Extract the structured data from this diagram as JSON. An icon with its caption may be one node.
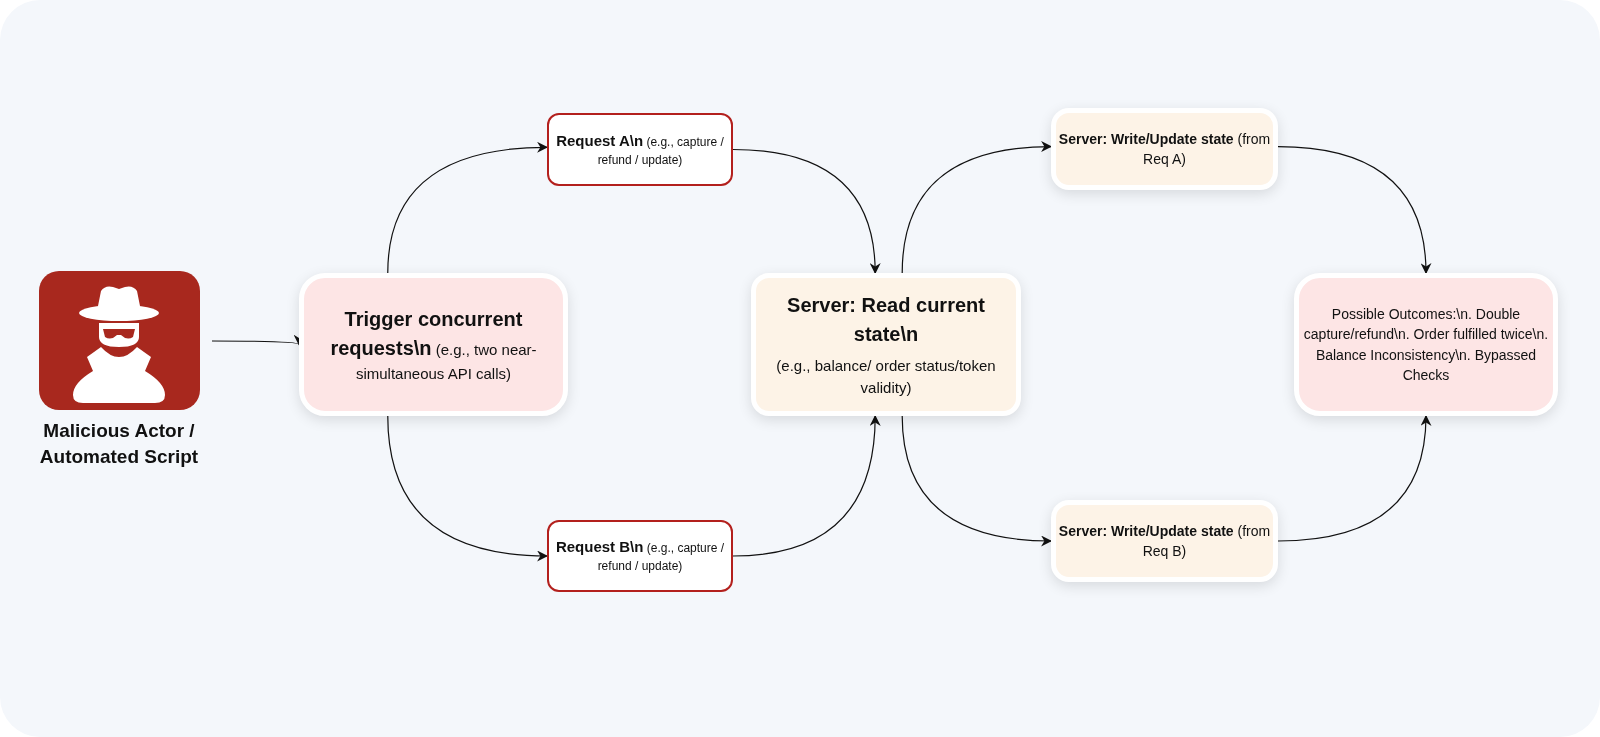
{
  "diagram": {
    "nodes": [
      {
        "text": [
          "Malicious Actor / Automated Script"
        ]
      },
      {
        "text": [
          "**Trigger concurrent requests\\n** (e.g., two near-simultaneous API calls)"
        ]
      },
      {
        "text": [
          "**Request A\\n** (e.g., capture / refund / update)"
        ]
      },
      {
        "text": [
          "**Request B\\n** (e.g., capture / refund / update)"
        ]
      },
      {
        "text": [
          "**Server: Read current state\\n** (e.g., balance/ order status/token validity)"
        ]
      },
      {
        "text": [
          "**Server: Write/Update state** (from Req A)"
        ]
      },
      {
        "text": [
          "**Server: Write/Update state** (from Req B)"
        ]
      },
      {
        "text": [
          "Possible Outcomes:\\n. Double capture/refund\\n. Order fulfilled twice\\n. Balance Inconsistency\\n. Bypassed Checks"
        ]
      }
    ],
    "edges": [
      {
        "from": 0,
        "to": 1,
        "arrow": "to"
      },
      {
        "from": 1,
        "to": 2,
        "arrow": "to"
      },
      {
        "from": 1,
        "to": 3,
        "arrow": "to"
      },
      {
        "from": 2,
        "to": 4,
        "arrow": "to"
      },
      {
        "from": 3,
        "to": 4,
        "arrow": "to"
      },
      {
        "from": 4,
        "to": 5,
        "arrow": "to"
      },
      {
        "from": 4,
        "to": 6,
        "arrow": "to"
      },
      {
        "from": 5,
        "to": 7,
        "arrow": "to"
      },
      {
        "from": 6,
        "to": 7,
        "arrow": "to"
      }
    ]
  }
}
